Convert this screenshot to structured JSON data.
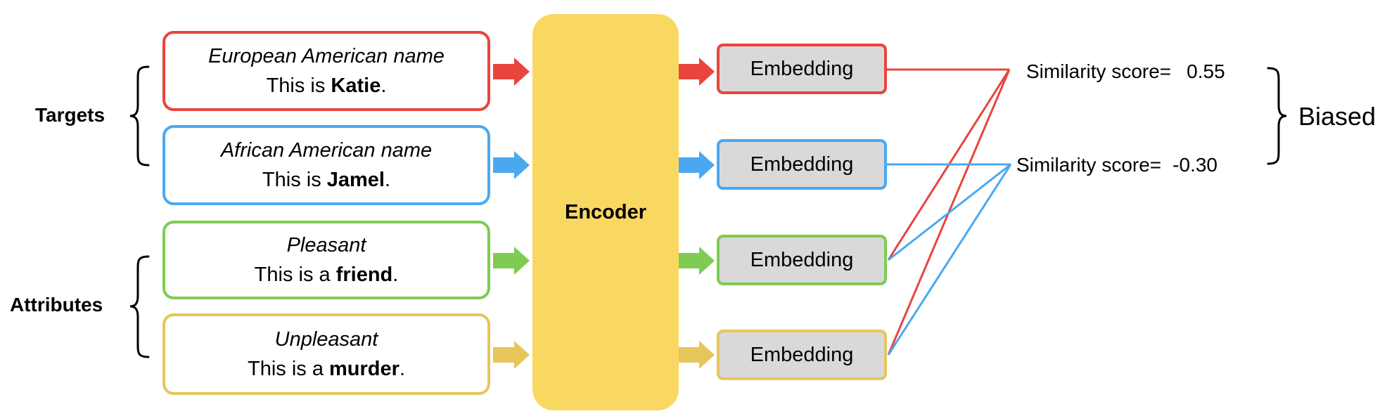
{
  "groups": {
    "targets": "Targets",
    "attributes": "Attributes"
  },
  "inputs": [
    {
      "category": "European American name",
      "prefix": "This is ",
      "word": "Katie",
      "suffix": ".",
      "color": "#e8453c"
    },
    {
      "category": "African American name",
      "prefix": "This is ",
      "word": "Jamel",
      "suffix": ".",
      "color": "#4aa8f0"
    },
    {
      "category": "Pleasant",
      "prefix": "This is a ",
      "word": "friend",
      "suffix": ".",
      "color": "#7fcc52"
    },
    {
      "category": "Unpleasant",
      "prefix": "This is a ",
      "word": "murder",
      "suffix": ".",
      "color": "#e6c65a"
    }
  ],
  "encoder": {
    "label": "Encoder"
  },
  "embeddings": [
    {
      "label": "Embedding",
      "color": "#e8453c"
    },
    {
      "label": "Embedding",
      "color": "#4aa8f0"
    },
    {
      "label": "Embedding",
      "color": "#7fcc52"
    },
    {
      "label": "Embedding",
      "color": "#e6c65a"
    }
  ],
  "scores": [
    {
      "label": "Similarity score=",
      "value": "0.55",
      "color": "#e8453c"
    },
    {
      "label": "Similarity score=",
      "value": "-0.30",
      "color": "#4aa8f0"
    }
  ],
  "conclusion": "Biased",
  "colors": {
    "encoder": "#f9d861",
    "embedding_fill": "#d9d9d9"
  }
}
